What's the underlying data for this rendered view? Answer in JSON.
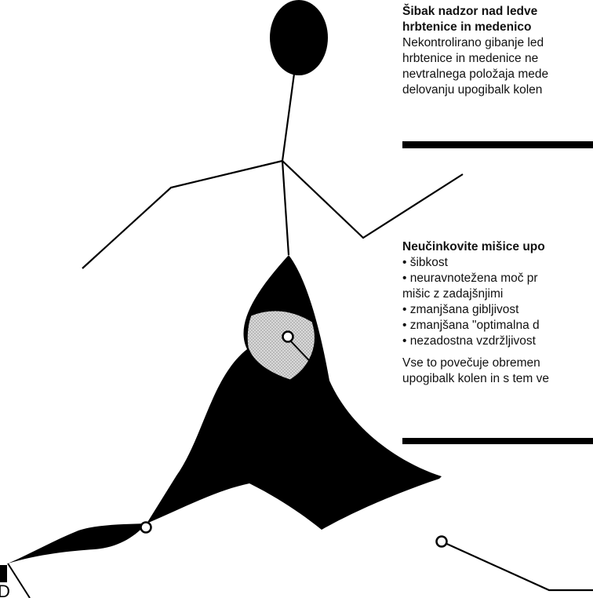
{
  "panel_1": {
    "title_lines": [
      "Šibak nadzor nad ledve",
      "hrbtenice in medenico"
    ],
    "body_lines": [
      "Nekontrolirano gibanje led",
      "hrbtenice in medenice ne",
      "nevtralnega položaja mede",
      "delovanju upogibalk kolen"
    ]
  },
  "panel_2": {
    "title": "Neučinkovite mišice upo",
    "bullets": [
      "• šibkost",
      "• neuravnotežena moč pr",
      "mišic z zadajšnjimi",
      "• zmanjšana gibljivost",
      "• zmanjšana \"optimalna d",
      "• nezadostna vzdržljivost"
    ],
    "closing_lines": [
      "Vse to povečuje obremen",
      "upogibalk kolen in s tem ve"
    ]
  },
  "edge_fragment": "D",
  "colors": {
    "figure": "#000000",
    "joint_highlight": "#c8c8c8",
    "background": "#ffffff"
  }
}
